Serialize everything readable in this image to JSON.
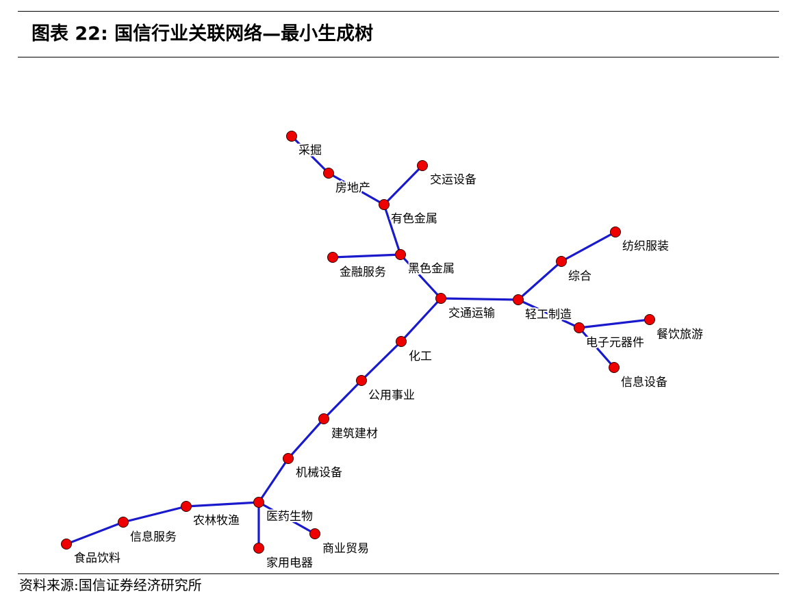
{
  "figure": {
    "title": "图表 22:  国信行业关联网络—最小生成树",
    "source": "资料来源:国信证券经济研究所"
  },
  "style": {
    "edge_color": "#1a1acc",
    "node_color": "#ee0000",
    "node_stroke": "#330000"
  },
  "nodes": [
    {
      "id": "caijue",
      "label": "采掘"
    },
    {
      "id": "fangdichan",
      "label": "房地产"
    },
    {
      "id": "jiaoyunshebei",
      "label": "交运设备"
    },
    {
      "id": "yousejinshu",
      "label": "有色金属"
    },
    {
      "id": "jinrongfuwu",
      "label": "金融服务"
    },
    {
      "id": "heisejinshu",
      "label": "黑色金属"
    },
    {
      "id": "jiaotongyunshu",
      "label": "交通运输"
    },
    {
      "id": "huagong",
      "label": "化工"
    },
    {
      "id": "gongyongshiye",
      "label": "公用事业"
    },
    {
      "id": "jianzhujiancai",
      "label": "建筑建材"
    },
    {
      "id": "jixieshebei",
      "label": "机械设备"
    },
    {
      "id": "yiyaoshengwu",
      "label": "医药生物"
    },
    {
      "id": "nonglinmuyu",
      "label": "农林牧渔"
    },
    {
      "id": "xinxifuwu",
      "label": "信息服务"
    },
    {
      "id": "shipinyinliao",
      "label": "食品饮料"
    },
    {
      "id": "jiayongdianqi",
      "label": "家用电器"
    },
    {
      "id": "shangyemaoyi",
      "label": "商业贸易"
    },
    {
      "id": "qinggongzhizao",
      "label": "轻工制造"
    },
    {
      "id": "zonghe",
      "label": "综合"
    },
    {
      "id": "fangzhifuzhuang",
      "label": "纺织服装"
    },
    {
      "id": "dianziyuanqijian",
      "label": "电子元器件"
    },
    {
      "id": "canyinlvyou",
      "label": "餐饮旅游"
    },
    {
      "id": "xinxishebei",
      "label": "信息设备"
    }
  ],
  "edges": [
    [
      "caijue",
      "fangdichan"
    ],
    [
      "fangdichan",
      "yousejinshu"
    ],
    [
      "jiaoyunshebei",
      "yousejinshu"
    ],
    [
      "yousejinshu",
      "heisejinshu"
    ],
    [
      "jinrongfuwu",
      "heisejinshu"
    ],
    [
      "heisejinshu",
      "jiaotongyunshu"
    ],
    [
      "jiaotongyunshu",
      "qinggongzhizao"
    ],
    [
      "qinggongzhizao",
      "zonghe"
    ],
    [
      "zonghe",
      "fangzhifuzhuang"
    ],
    [
      "qinggongzhizao",
      "dianziyuanqijian"
    ],
    [
      "dianziyuanqijian",
      "canyinlvyou"
    ],
    [
      "dianziyuanqijian",
      "xinxishebei"
    ],
    [
      "jiaotongyunshu",
      "huagong"
    ],
    [
      "huagong",
      "gongyongshiye"
    ],
    [
      "gongyongshiye",
      "jianzhujiancai"
    ],
    [
      "jianzhujiancai",
      "jixieshebei"
    ],
    [
      "jixieshebei",
      "yiyaoshengwu"
    ],
    [
      "yiyaoshengwu",
      "nonglinmuyu"
    ],
    [
      "nonglinmuyu",
      "xinxifuwu"
    ],
    [
      "xinxifuwu",
      "shipinyinliao"
    ],
    [
      "yiyaoshengwu",
      "jiayongdianqi"
    ],
    [
      "yiyaoshengwu",
      "shangyemaoyi"
    ]
  ]
}
